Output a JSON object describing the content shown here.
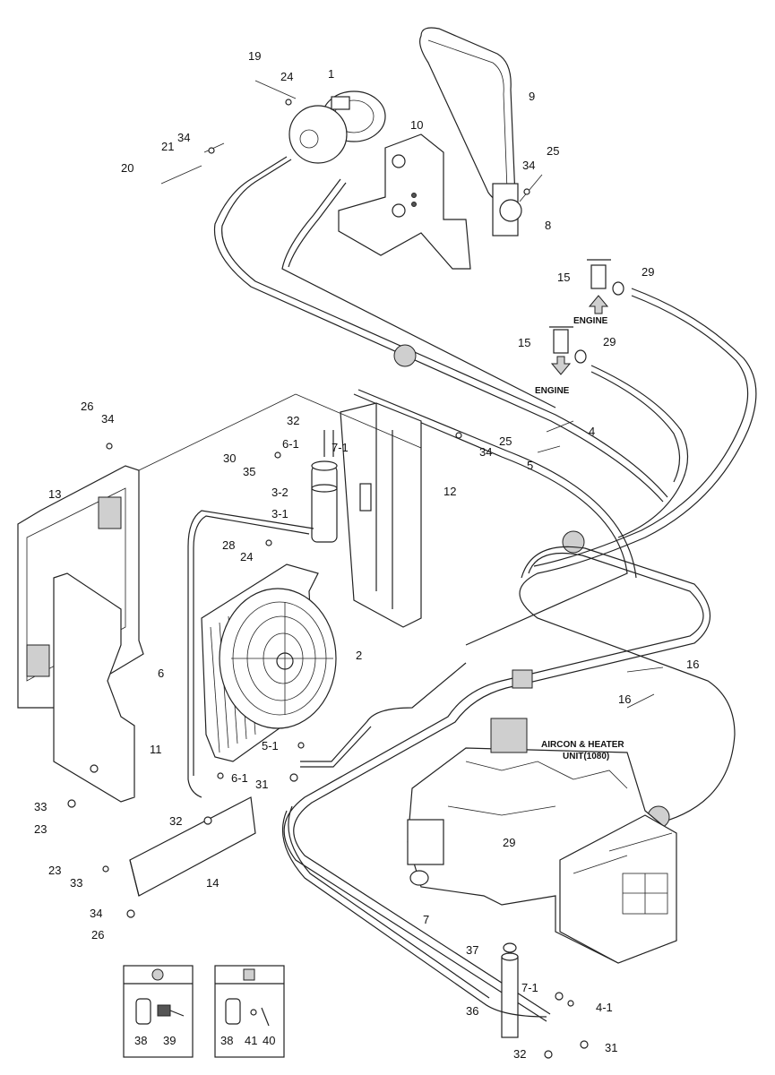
{
  "labels": {
    "p19": "19",
    "p24a": "24",
    "p1": "1",
    "p9": "9",
    "p34a": "34",
    "p21": "21",
    "p20": "20",
    "p10": "10",
    "p25a": "25",
    "p34b": "34",
    "p8": "8",
    "p15a": "15",
    "p29a": "29",
    "p15b": "15",
    "p29b": "29",
    "p26a": "26",
    "p34c": "34",
    "p32a": "32",
    "p61a": "6-1",
    "p71a": "7-1",
    "p25b": "25",
    "p34d": "34",
    "p4a": "4",
    "p30": "30",
    "p35": "35",
    "p5": "5",
    "p13": "13",
    "p32b": "3-2",
    "p31a": "3-1",
    "p12": "12",
    "p28": "28",
    "p24b": "24",
    "p2": "2",
    "p6": "6",
    "p16a": "16",
    "p16b": "16",
    "p51": "5-1",
    "p11": "11",
    "p61b": "6-1",
    "p31b": "31",
    "p33a": "33",
    "p23a": "23",
    "p32c": "32",
    "p29c": "29",
    "p23b": "23",
    "p33b": "33",
    "p14": "14",
    "p34e": "34",
    "p26b": "26",
    "p7": "7",
    "p37": "37",
    "p71b": "7-1",
    "p41": "4-1",
    "p36": "36",
    "p32d": "32",
    "p31c": "31",
    "p38a": "38",
    "p39": "39",
    "p38b": "38",
    "p41b": "41",
    "p40": "40"
  },
  "captions": {
    "engine_top": "ENGINE",
    "engine_bottom": "ENGINE",
    "unit_line1": "AIRCON & HEATER",
    "unit_line2": "UNIT(1080)"
  },
  "legend": {
    "circle_marker": "circle-hatch",
    "square_marker": "square-hatch"
  }
}
